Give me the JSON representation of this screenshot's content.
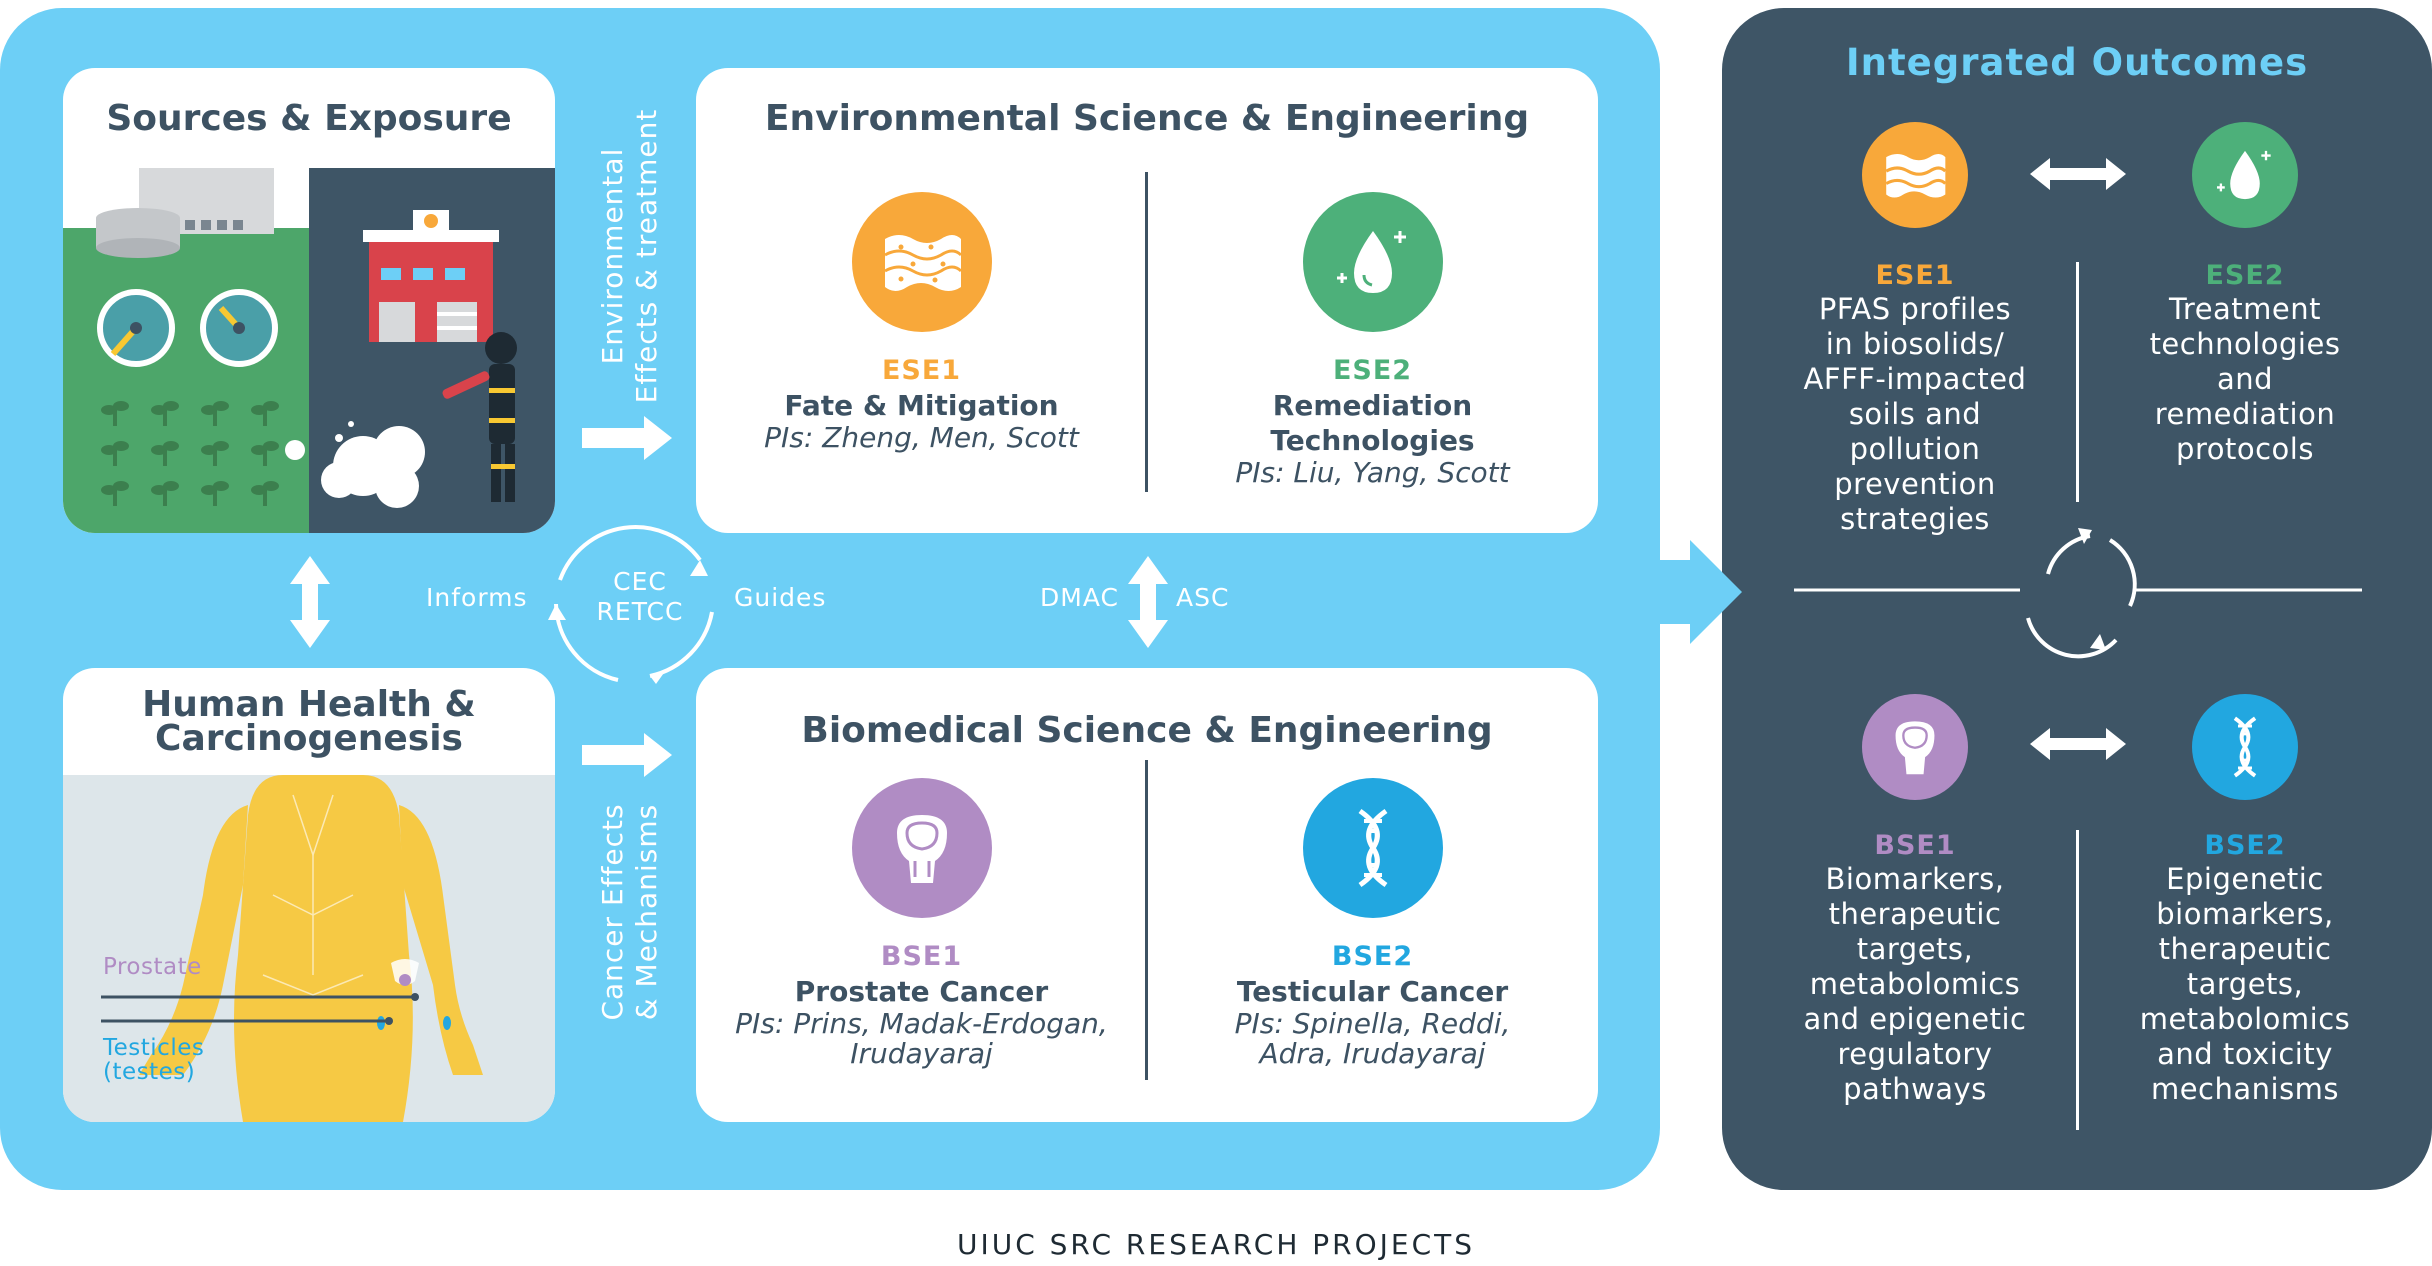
{
  "footer": "UIUC SRC RESEARCH PROJECTS",
  "colors": {
    "panel_blue": "#6dcff6",
    "panel_dark": "#3e5566",
    "ese1": "#f8a83a",
    "ese2": "#4db07a",
    "bse1": "#b08cc4",
    "bse2": "#22a7e0",
    "text_dark": "#3d5263"
  },
  "sources": {
    "title": "Sources & Exposure"
  },
  "health": {
    "title_line1": "Human Health &",
    "title_line2": "Carcinogenesis",
    "prostate_label": "Prostate",
    "testicles_line1": "Testicles",
    "testicles_line2": "(testes)"
  },
  "env": {
    "title": "Environmental Science & Engineering",
    "ese1": {
      "code": "ESE1",
      "name": "Fate & Mitigation",
      "pis": "PIs: Zheng, Men, Scott",
      "icon": "biosolids-icon"
    },
    "ese2": {
      "code": "ESE2",
      "name_line1": "Remediation",
      "name_line2": "Technologies",
      "pis": "PIs: Liu, Yang, Scott",
      "icon": "water-drop-icon"
    }
  },
  "bio": {
    "title": "Biomedical Science & Engineering",
    "bse1": {
      "code": "BSE1",
      "name": "Prostate Cancer",
      "pis_line1": "PIs: Prins, Madak-Erdogan,",
      "pis_line2": "Irudayaraj",
      "icon": "prostate-icon"
    },
    "bse2": {
      "code": "BSE2",
      "name": "Testicular Cancer",
      "pis_line1": "PIs: Spinella, Reddi,",
      "pis_line2": "Adra, Irudayaraj",
      "icon": "dna-icon"
    }
  },
  "flow": {
    "env_effects_line1": "Environmental",
    "env_effects_line2": "Effects & treatment",
    "cancer_effects_line1": "Cancer Effects",
    "cancer_effects_line2": "& Mechanisms",
    "informs": "Informs",
    "guides": "Guides",
    "cec_line1": "CEC",
    "cec_line2": "RETCC",
    "dmac": "DMAC",
    "asc": "ASC"
  },
  "outcomes": {
    "title": "Integrated Outcomes",
    "ese1": {
      "code": "ESE1",
      "lines": [
        "PFAS profiles",
        "in biosolids/",
        "AFFF-impacted",
        "soils and",
        "pollution",
        "prevention",
        "strategies"
      ]
    },
    "ese2": {
      "code": "ESE2",
      "lines": [
        "Treatment",
        "technologies",
        "and",
        "remediation",
        "protocols"
      ]
    },
    "bse1": {
      "code": "BSE1",
      "lines": [
        "Biomarkers,",
        "therapeutic",
        "targets,",
        "metabolomics",
        "and epigenetic",
        "regulatory",
        "pathways"
      ]
    },
    "bse2": {
      "code": "BSE2",
      "lines": [
        "Epigenetic",
        "biomarkers,",
        "therapeutic",
        "targets,",
        "metabolomics",
        "and toxicity",
        "mechanisms"
      ]
    }
  }
}
